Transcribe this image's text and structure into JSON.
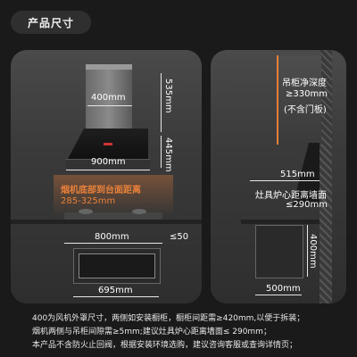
{
  "header": {
    "title": "产品尺寸"
  },
  "dims": {
    "hood_width": "400mm",
    "hood_upper_height": "535mm",
    "hood_lower_height": "445mm",
    "hood_panel_width": "900mm",
    "hob_distance_title": "烟机底部到台面距离",
    "hob_distance_value": "285-325mm",
    "hob_width": "800mm",
    "cutout_width": "695mm",
    "hob_depth": "≤50",
    "cabinet_depth_title": "吊柜净深度",
    "cabinet_depth_value": "≥330mm",
    "cabinet_depth_note": "(不含门板)",
    "side_width": "515mm",
    "burner_wall_title": "灶具炉心距离墙面",
    "burner_wall_value": "≤290mm",
    "oven_height": "400mm",
    "oven_width": "500mm"
  },
  "notes": [
    "400为风机外罩尺寸，两侧如安装橱柜，橱柜间距需≥420mm,以便于拆装；",
    "烟机两侧与吊柜间隙需≥5mm;建议灶具炉心距离墙面≤ 290mm；",
    "本产品不含防火止回阀，根据安装环境选购，建议咨询客服或查询详情页；"
  ],
  "colors": {
    "accent": "#e8803a",
    "bg": "#1a1a1a"
  }
}
